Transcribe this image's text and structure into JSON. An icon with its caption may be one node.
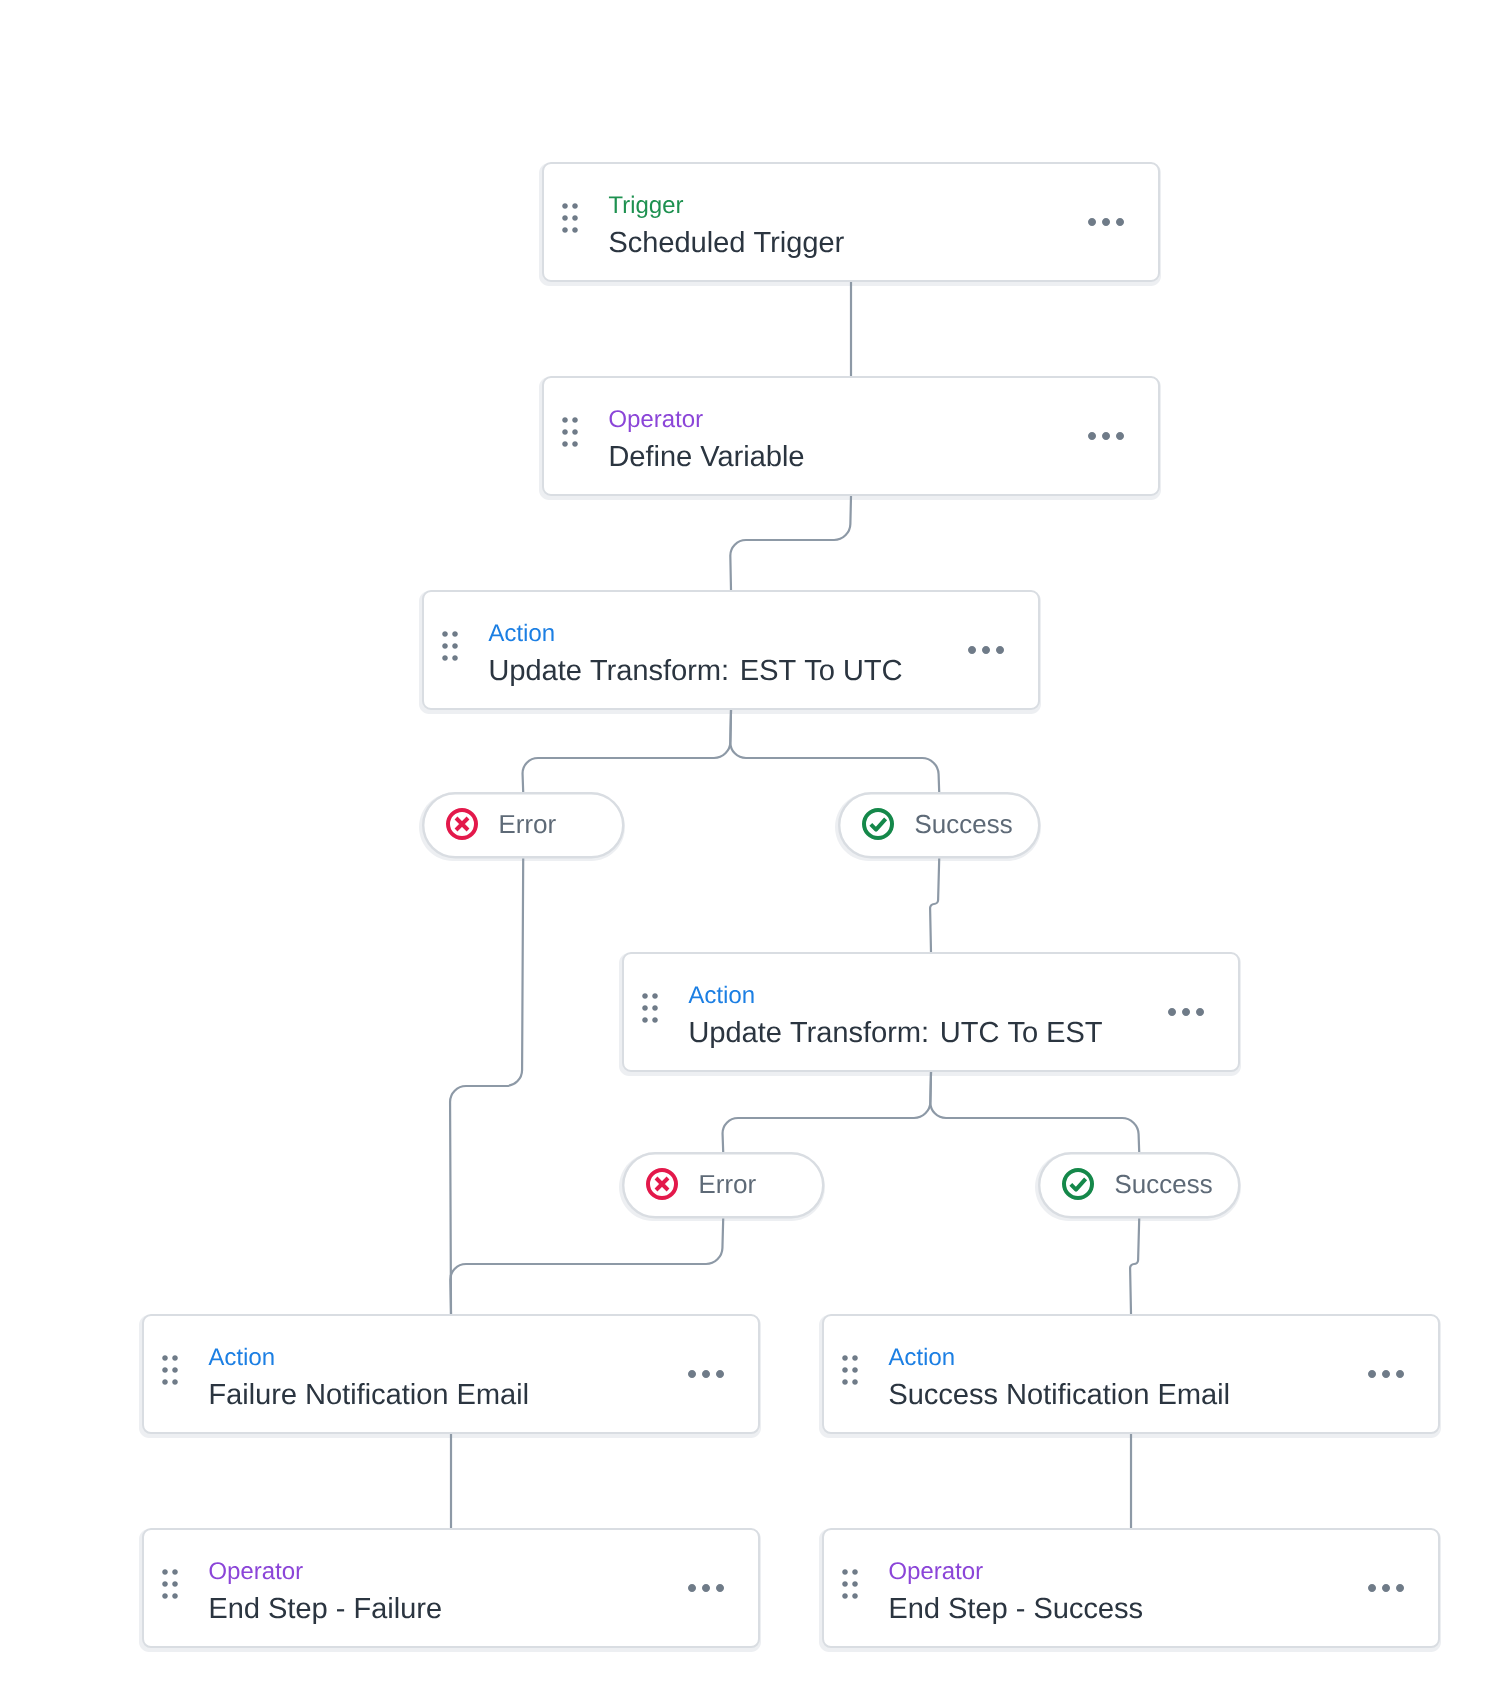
{
  "diagram": {
    "nodes": [
      {
        "text": [
          "Trigger",
          "Scheduled Trigger"
        ]
      },
      {
        "text": [
          "Operator",
          "Define Variable"
        ]
      },
      {
        "text": [
          "Action",
          "Update Transform: EST To UTC"
        ]
      },
      {
        "text": [
          "Error"
        ]
      },
      {
        "text": [
          "Success"
        ]
      },
      {
        "text": [
          "Action",
          "Update Transform: UTC To EST"
        ]
      },
      {
        "text": [
          "Error"
        ]
      },
      {
        "text": [
          "Success"
        ]
      },
      {
        "text": [
          "Action",
          "Failure Notification Email"
        ]
      },
      {
        "text": [
          "Action",
          "Success Notification Email"
        ]
      },
      {
        "text": [
          "Operator",
          "End Step - Failure"
        ]
      },
      {
        "text": [
          "Operator",
          "End Step - Success"
        ]
      }
    ],
    "edges": [
      {
        "from": 0,
        "to": 1,
        "arrow": "none"
      },
      {
        "from": 1,
        "to": 2,
        "arrow": "none"
      },
      {
        "from": 2,
        "to": 3,
        "arrow": "none"
      },
      {
        "from": 2,
        "to": 4,
        "arrow": "none"
      },
      {
        "from": 4,
        "to": 5,
        "arrow": "none"
      },
      {
        "from": 5,
        "to": 6,
        "arrow": "none"
      },
      {
        "from": 5,
        "to": 7,
        "arrow": "none"
      },
      {
        "from": 3,
        "to": 8,
        "arrow": "none"
      },
      {
        "from": 6,
        "to": 8,
        "arrow": "none"
      },
      {
        "from": 7,
        "to": 9,
        "arrow": "none"
      },
      {
        "from": 8,
        "to": 10,
        "arrow": "none"
      },
      {
        "from": 9,
        "to": 11,
        "arrow": "none"
      }
    ]
  }
}
